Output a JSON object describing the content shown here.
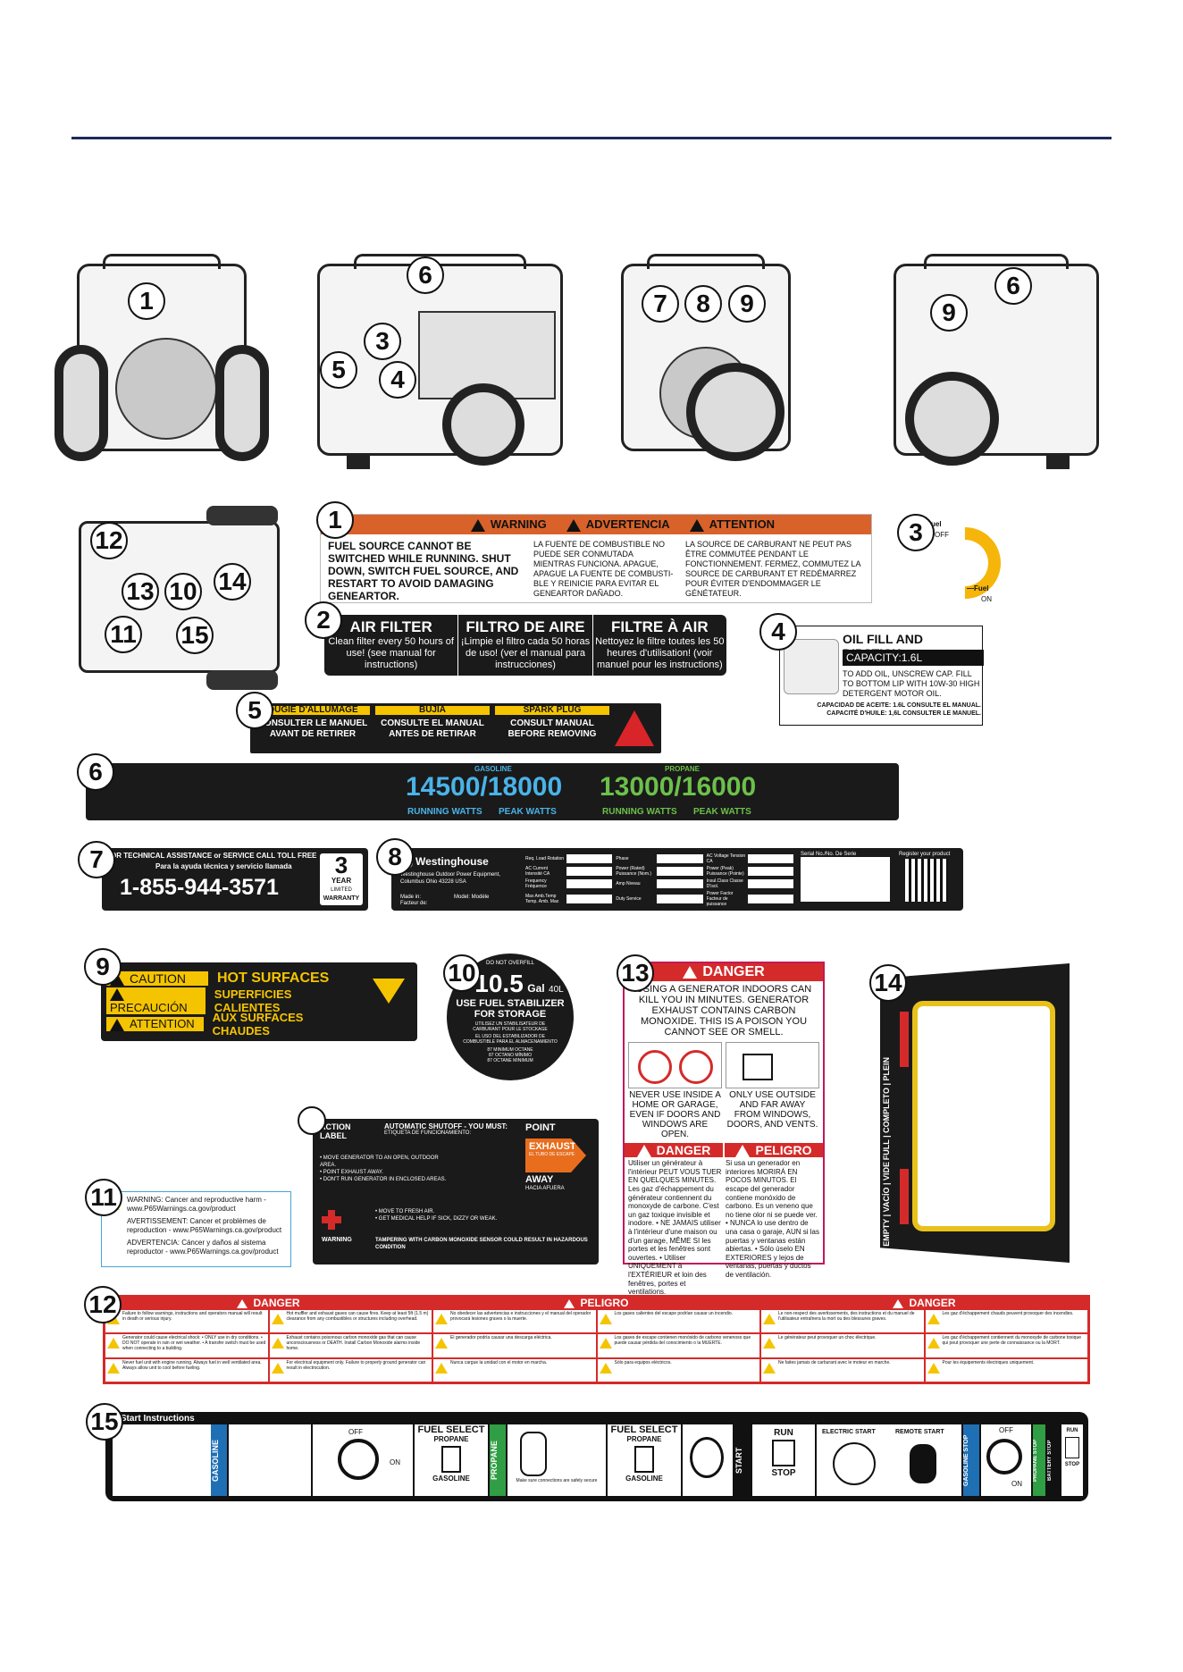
{
  "callouts": [
    "1",
    "2",
    "3",
    "4",
    "5",
    "6",
    "7",
    "8",
    "9",
    "10",
    "11",
    "12",
    "13",
    "14",
    "15"
  ],
  "label1": {
    "header": [
      "WARNING",
      "ADVERTENCIA",
      "ATTENTION"
    ],
    "en": "FUEL SOURCE CANNOT BE SWITCHED WHILE RUNNING. SHUT DOWN, SWITCH FUEL SOURCE, AND RESTART TO AVOID DAMAGING GENEARTOR.",
    "es": "LA FUENTE DE COMBUSTIBLE NO PUEDE SER CONMUTADA MIENTRAS FUNCIONA. APAGUE, APAGUE LA FUENTE DE COMBUSTI-BLE Y REINICIE PARA EVITAR EL GENEARTOR DAÑADO.",
    "fr": "LA SOURCE DE CARBURANT NE PEUT PAS ÊTRE COMMUTÉE PENDANT LE FONCTIONNEMENT. FERMEZ, COMMUTEZ LA SOURCE DE CARBURANT ET REDÉMARREZ POUR ÉVITER D'ENDOMMAGER LE GÉNÉTATEUR."
  },
  "label2": {
    "sections": [
      {
        "title": "AIR FILTER",
        "text": "Clean filter every 50 hours of use! (see manual for instructions)"
      },
      {
        "title": "FILTRO DE AIRE",
        "text": "¡Limpie el filtro cada 50 horas de uso! (ver el manual para instrucciones)"
      },
      {
        "title": "FILTRE À AIR",
        "text": "Nettoyez le filtre toutes les 50 heures d'utilisation! (voir manuel pour les instructions)"
      }
    ]
  },
  "label3": {
    "top": "uel",
    "off": "OFF",
    "bottom": "—Fuel",
    "on": "ON"
  },
  "label4": {
    "title": "OIL FILL AND DIPSTICK",
    "capacity": "CAPACITY:1.6L",
    "text": "TO ADD OIL, UNSCREW CAP. FILL TO BOTTOM LIP WITH 10W-30 HIGH DETERGENT MOTOR OIL.",
    "es": "CAPACIDAD DE ACEITE: 1.6L CONSULTE EL MANUAL.",
    "fr": "CAPACITÉ D'HUILE: 1,6L CONSULTER LE MANUEL."
  },
  "label5": {
    "heads": [
      "OUGIE D'ALLUMAGE",
      "BUJÍA",
      "SPARK PLUG"
    ],
    "texts": [
      "CONSULTER LE MANUEL AVANT DE RETIRER",
      "CONSULTE EL MANUAL ANTES DE RETIRAR",
      "CONSULT MANUAL BEFORE REMOVING"
    ]
  },
  "label6": {
    "gas_title": "GASOLINE",
    "gas_value": "14500/18000",
    "propane_title": "PROPANE",
    "propane_value": "13000/16000",
    "running": "RUNNING WATTS",
    "peak": "PEAK WATTS"
  },
  "label7": {
    "line1": "OR TECHNICAL ASSISTANCE or SERVICE CALL TOLL FREE",
    "line2": "Para la ayuda técnica y servicio llamada",
    "phone": "1-855-944-3571",
    "years": "3",
    "year_word": "YEAR",
    "limited": "LIMITED",
    "warranty": "WARRANTY"
  },
  "label8": {
    "brand": "Westinghouse",
    "company": "Westinghouse Outdoor Power Equipment, Columbus Ohio 43228 USA",
    "made_in": "Made in: Facteur de:",
    "model": "Model: Modèle",
    "fields": [
      "Req. Load Rotation",
      "Phase",
      "AC Voltage Tension CA",
      "AC Current Intensité CA",
      "Power (Rated) Puissance (Nom.)",
      "Power (Peak) Puissance (Pointe)",
      "Frequency Fréquence",
      "Amp Niveau",
      "Insul.Class Classe D'isol.",
      "Max Amb.Temp Temp. Amb. Max",
      "Duty Service",
      "Power Factor Facteur de puissance"
    ],
    "serial": "Serial No./No. De Serie",
    "register": "Register your product"
  },
  "label9": {
    "rows": [
      {
        "tag": "CAUTION",
        "text": "HOT SURFACES"
      },
      {
        "tag": "PRECAUCIÓN",
        "text": "SUPERFICIES CALIENTES"
      },
      {
        "tag": "ATTENTION",
        "text": "AUX SURFACES CHAUDES"
      }
    ]
  },
  "label10": {
    "top": "DO NOT OVERFILL",
    "capacity": "10.5",
    "gal": "Gal",
    "liters": "40L",
    "line1": "USE FUEL STABILIZER",
    "line2": "FOR STORAGE",
    "fr": "UTILISEZ UN STABILISATEUR DE CARBURANT POUR LE STOCKAGE",
    "es": "EL USO DEL ESTABILIZADOR DE COMBUSTIBLE PARA EL ALMACENAMIENTO",
    "octane": [
      "87 MINIMUM OCTANE",
      "87 OCTANO MÍNIMO",
      "87 OCTANE MINIMUM"
    ]
  },
  "label11": {
    "en": "WARNING: Cancer and reproductive harm - www.P65Warnings.ca.gov/product",
    "fr": "AVERTISSEMENT: Cancer et problèmes de reproduction - www.P65Warnings.ca.gov/product",
    "es": "ADVERTENCIA: Cáncer y daños al sistema reproductor - www.P65Warnings.ca.gov/product"
  },
  "label12": {
    "heads": [
      "DANGER",
      "PELIGRO",
      "DANGER"
    ],
    "cells": [
      "Failure to follow warnings, instructions and operators manual will result in death or serious injury.",
      "Hot muffler and exhaust gases can cause fires. Keep at least 5ft (1.5 m) clearance from any combustibles or structures including overhead.",
      "No obedecer las advertencias e instrucciones y el manual del operador provocará lesiones graves o la muerte.",
      "Los gases calientes del escape podrían causar un incendio.",
      "Le non-respect des avertissements, des instructions et du manuel de l'utilisateur entraînera la mort ou des blessures graves.",
      "Les gaz d'échappement chauds peuvent provoquer des incendies.",
      "Generator could cause electrical shock: • ONLY use in dry conditions. • DO NOT operate in rain or wet weather. • A transfer switch must be used when connecting to a building.",
      "Exhaust contains poisonous carbon monoxide gas that can cause unconsciousness or DEATH. Install Carbon Monoxide alarms inside home.",
      "El generador podría causar una descarga eléctrica.",
      "Los gases de escape contienen monóxido de carbono venenoso que puede causar pérdida del conocimiento o la MUERTE.",
      "Le générateur peut provoquer un choc électrique.",
      "Les gaz d'échappement contiennent du monoxyde de carbone toxique qui peut provoquer une perte de connaissance ou la MORT.",
      "Never fuel unit with engine running. Always fuel in well ventilated area. Always allow unit to cool before fueling.",
      "For electrical equipment only. Failure to properly ground generator can result in electrocution.",
      "Nunca cargue la unidad con el motor en marcha.",
      "Sólo para equipos eléctricos.",
      "Ne faites jamais de carburant avec le moteur en marche.",
      "Pour les équipements électriques uniquement."
    ]
  },
  "label13": {
    "head": "DANGER",
    "lead": "USING A GENERATOR INDOORS CAN KILL YOU IN MINUTES. GENERATOR EXHAUST CONTAINS CARBON MONOXIDE. THIS IS A POISON YOU CANNOT SEE OR SMELL.",
    "never": "NEVER USE INSIDE A HOME OR GARAGE, EVEN IF DOORS AND WINDOWS ARE OPEN.",
    "only": "ONLY USE OUTSIDE AND FAR AWAY FROM WINDOWS, DOORS, AND VENTS.",
    "head_fr": "DANGER",
    "head_es": "PELIGRO",
    "fr": "Utiliser un générateur à l'intérieur PEUT VOUS TUER EN QUELQUES MINUTES. Les gaz d'échappement du générateur contiennent du monoxyde de carbone. C'est un gaz toxique invisible et inodore. • NE JAMAIS utiliser à l'intérieur d'une maison ou d'un garage, MÊME SI les portes et les fenêtres sont ouvertes. • Utiliser UNIQUEMENT à l'EXTÉRIEUR et loin des fenêtres, portes et ventilations.",
    "es": "Si usa un generador en interiores MORIRÁ EN POCOS MINUTOS. El escape del generador contiene monóxido de carbono. Es un veneno que no tiene olor ni se puede ver. • NUNCA lo use dentro de una casa o garaje, AUN si las puertas y ventanas están abiertas. • Sólo úselo EN EXTERIORES y lejos de ventanas, puertas y ductos de ventilación."
  },
  "label14": {
    "full": "FULL | COMPLETO | PLEIN",
    "empty": "EMPTY | VACÍO | VIDE"
  },
  "label_co": {
    "action": "ACTION LABEL",
    "auto": "AUTOMATIC SHUTOFF - YOU MUST:",
    "auto_es": "ETIQUETA DE FUNCIONAMIENTO:",
    "bullets": [
      "MOVE GENERATOR TO AN OPEN, OUTDOOR AREA.",
      "POINT EXHAUST AWAY.",
      "DON'T RUN GENERATOR IN ENCLOSED AREAS."
    ],
    "point": "POINT",
    "exhaust": "EXHAUST",
    "away": "AWAY",
    "exhaust_es": "EL TUBO DE ESCAPE",
    "away_es": "HACIA AFUERA",
    "fresh": [
      "MOVE TO FRESH AIR.",
      "GET MEDICAL HELP IF SICK, DIZZY OR WEAK."
    ],
    "warning": "WARNING",
    "tamper": "TAMPERING WITH CARBON MONOXIDE SENSOR COULD RESULT IN HAZARDOUS CONDITION"
  },
  "label15": {
    "title": "Z Start Instructions",
    "gasoline": "GASOLINE",
    "propane": "PROPANE",
    "off": "OFF",
    "on": "ON",
    "fuel_select": "FUEL SELECT",
    "propane_opt": "PROPANE",
    "gasoline_opt": "GASOLINE",
    "valve_note": "Make sure connections are safely secure",
    "start": "START",
    "run": "RUN",
    "stop": "STOP",
    "electric_start": "ELECTRIC START",
    "remote_start": "REMOTE START",
    "gas_stop": "GASOLINE STOP",
    "propane_stop": "PROPANE STOP",
    "battery_stop": "BATTERY STOP"
  }
}
